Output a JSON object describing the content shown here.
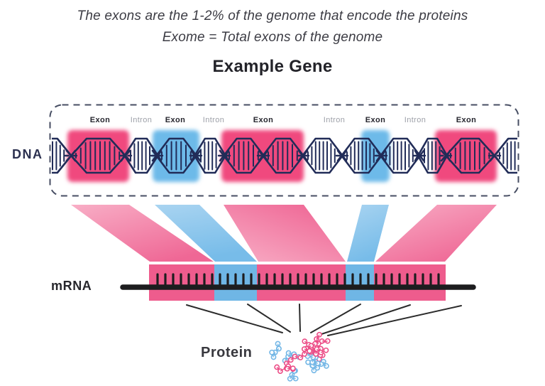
{
  "header": {
    "line1": "The exons are the 1-2% of the genome that encode the proteins",
    "line2": "Exome = Total exons of the genome",
    "title": "Example Gene"
  },
  "labels": {
    "dna": "DNA",
    "mrna": "mRNA",
    "protein": "Protein"
  },
  "dna": {
    "track_labels": [
      {
        "text": "Exon",
        "type": "exon"
      },
      {
        "text": "Intron",
        "type": "intron"
      },
      {
        "text": "Exon",
        "type": "exon"
      },
      {
        "text": "Intron",
        "type": "intron"
      },
      {
        "text": "Exon",
        "type": "exon"
      },
      {
        "text": "Intron",
        "type": "intron"
      },
      {
        "text": "Exon",
        "type": "exon"
      },
      {
        "text": "Intron",
        "type": "intron"
      },
      {
        "text": "Exon",
        "type": "exon"
      }
    ],
    "exon_highlight_colors": [
      "pink",
      "blue",
      "pink",
      "blue",
      "pink"
    ]
  },
  "mrna": {
    "segment_colors": [
      "pink",
      "blue",
      "pink",
      "blue",
      "pink"
    ]
  },
  "protein": {
    "bead_colors": {
      "pink": "#EC4D87",
      "blue": "#74B7E6"
    }
  },
  "colors": {
    "ink": "#3C3C44",
    "gray": "#9DA0A8",
    "navy": "#212C58",
    "border": "#474E63",
    "pink_band": "#F0497E",
    "blue_band": "#6DBAE9",
    "pink_bar": "#EE5C8D",
    "blue_bar": "#6FB6E5",
    "black_line": "#1D1D1F"
  }
}
